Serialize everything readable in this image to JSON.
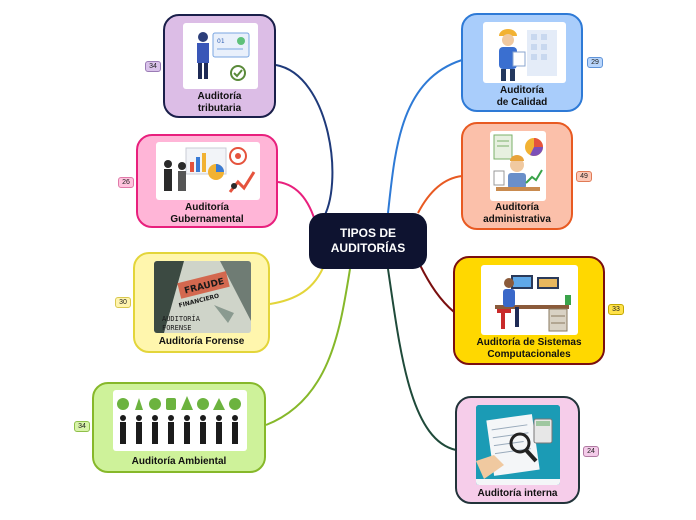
{
  "center": {
    "title": "TIPOS DE\nAUDITORÍAS"
  },
  "nodes": {
    "tributaria": {
      "label": "Auditoría\ntributaria",
      "count": "34",
      "fill": "#dcbde6",
      "border": "#1a1f4a",
      "badge": "#d9c2ea",
      "line": "#1f3a7a"
    },
    "gubernamental": {
      "label": "Auditoría\nGubernamental",
      "count": "26",
      "fill": "#ffb5d7",
      "border": "#e8207d",
      "badge": "#ffc4de",
      "line": "#e8207d"
    },
    "forense": {
      "label": "Auditoría Forense",
      "count": "30",
      "fill": "#fff6ad",
      "border": "#e3d53a",
      "badge": "#fff4ae",
      "line": "#e3d53a"
    },
    "ambiental": {
      "label": "Auditoría Ambiental",
      "count": "34",
      "fill": "#cef29a",
      "border": "#86b82a",
      "badge": "#d8f3a9",
      "line": "#86b82a"
    },
    "calidad": {
      "label": "Auditoría\nde Calidad",
      "count": "29",
      "fill": "#a9cdfb",
      "border": "#2e7ad6",
      "badge": "#b9d6fc",
      "line": "#2e7ad6"
    },
    "administrativa": {
      "label": "Auditoría\nadministrativa",
      "count": "49",
      "fill": "#fbc0aa",
      "border": "#e85a22",
      "badge": "#fcc8b6",
      "line": "#e85a22"
    },
    "sistemas": {
      "label": "Auditoría de Sistemas\nComputacionales",
      "count": "33",
      "fill": "#ffd800",
      "border": "#7a0f0f",
      "badge": "#ffe24a",
      "line": "#7a0f0f"
    },
    "interna": {
      "label": "Auditoría interna",
      "count": "24",
      "fill": "#f6cdea",
      "border": "#22343a",
      "badge": "#f4cbe9",
      "line": "#1f4a3a"
    }
  },
  "images": {
    "forense_text": [
      "FRAUDE",
      "FINANCIERO",
      "AUDITORÍA",
      "FORENSE"
    ],
    "tributaria_screen": "01"
  }
}
